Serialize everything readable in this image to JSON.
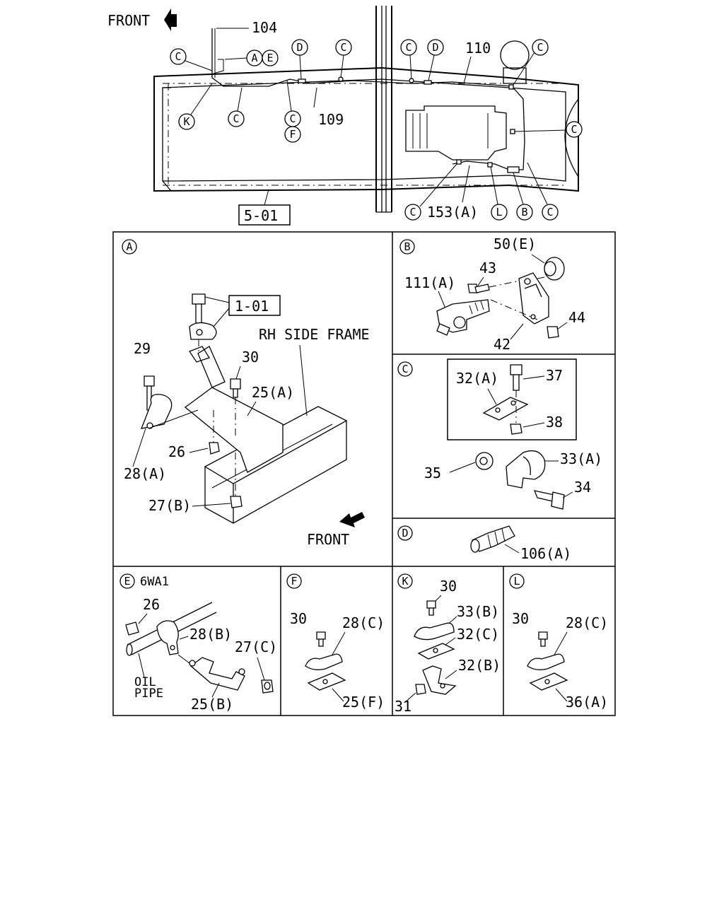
{
  "overview": {
    "front_label": "FRONT",
    "ref_box": "5-01",
    "labels": {
      "l104": "104",
      "l110": "110",
      "l109": "109",
      "l153": "153(A)",
      "ae_a": "A",
      "ae_e": "E"
    },
    "callouts": {
      "c1": "C",
      "k1": "K",
      "c2": "C",
      "d1": "D",
      "c3": "C",
      "c4": "C",
      "f1": "F",
      "c5": "C",
      "d2": "D",
      "c6": "C",
      "c7": "C",
      "c8": "C",
      "l1": "L",
      "b1": "B",
      "c9": "C"
    }
  },
  "panel_a": {
    "letter": "A",
    "ref_box": "1-01",
    "rh_side_frame": "RH SIDE FRAME",
    "front_label": "FRONT",
    "parts": {
      "p29": "29",
      "p30": "30",
      "p25a": "25(A)",
      "p26": "26",
      "p28a": "28(A)",
      "p27b": "27(B)"
    }
  },
  "panel_b": {
    "letter": "B",
    "parts": {
      "p50e": "50(E)",
      "p43": "43",
      "p111a": "111(A)",
      "p44": "44",
      "p42": "42"
    }
  },
  "panel_c": {
    "letter": "C",
    "parts": {
      "p32a": "32(A)",
      "p37": "37",
      "p38": "38",
      "p35": "35",
      "p33a": "33(A)",
      "p34": "34"
    }
  },
  "panel_d": {
    "letter": "D",
    "parts": {
      "p106a": "106(A)"
    }
  },
  "panel_e": {
    "letter": "E",
    "title": "6WA1",
    "oil": "OIL",
    "pipe": "PIPE",
    "parts": {
      "p26": "26",
      "p28b": "28(B)",
      "p27c": "27(C)",
      "p25b": "25(B)"
    }
  },
  "panel_f": {
    "letter": "F",
    "parts": {
      "p30": "30",
      "p28c": "28(C)",
      "p25f": "25(F)"
    }
  },
  "panel_k": {
    "letter": "K",
    "parts": {
      "p30": "30",
      "p33b": "33(B)",
      "p32c": "32(C)",
      "p32b": "32(B)",
      "p31": "31"
    }
  },
  "panel_l": {
    "letter": "L",
    "parts": {
      "p30": "30",
      "p28c": "28(C)",
      "p36a": "36(A)"
    }
  }
}
